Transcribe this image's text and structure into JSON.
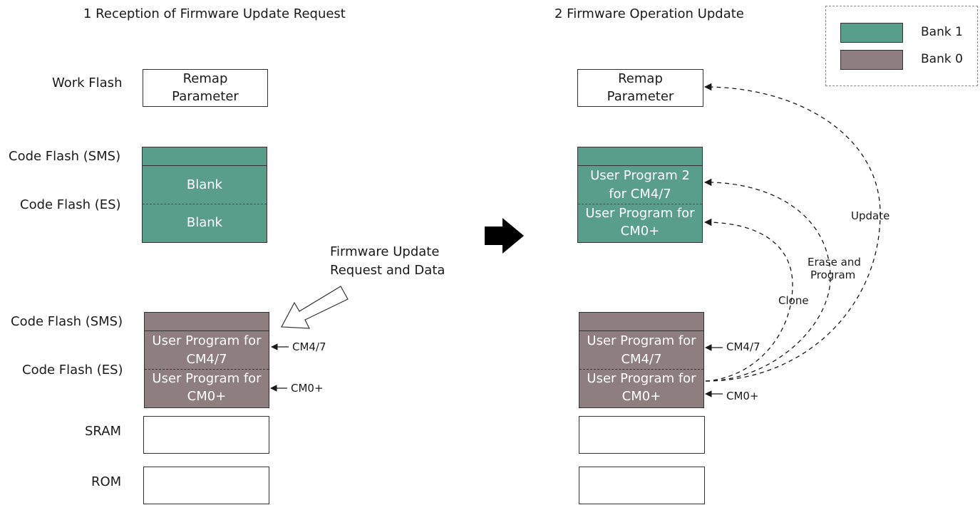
{
  "titles": {
    "step1": "1 Reception of Firmware Update Request",
    "step2": "2 Firmware Operation Update"
  },
  "legend": {
    "bank1": "Bank 1",
    "bank0": "Bank 0",
    "bank1_color": "#589e8a",
    "bank0_color": "#8f7e7f"
  },
  "labels": {
    "work_flash": "Work Flash",
    "code_flash_sms": "Code Flash (SMS)",
    "code_flash_es": "Code Flash (ES)",
    "sram": "SRAM",
    "rom": "ROM"
  },
  "blocks": {
    "remap_line1": "Remap",
    "remap_line2": "Parameter",
    "blank": "Blank",
    "up_cm47_line1": "User Program for",
    "up_cm47_line2": "CM4/7",
    "up_cm0_line1": "User Program for",
    "up_cm0_line2": "CM0+",
    "up2_line1": "User Program 2",
    "up2_line2": "for CM4/7"
  },
  "annotations": {
    "request_line1": "Firmware Update",
    "request_line2": "Request and Data",
    "cm47": "CM4/7",
    "cm0": "CM0+",
    "update": "Update",
    "erase_line1": "Erase and",
    "erase_line2": "Program",
    "clone": "Clone"
  }
}
